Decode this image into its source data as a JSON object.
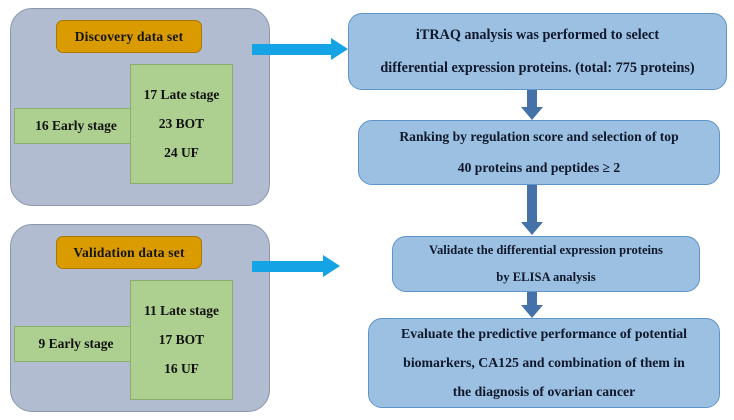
{
  "figure": {
    "type": "flowchart",
    "colors": {
      "panel_fill": "#b2bcd0",
      "panel_border": "#8c97ab",
      "chip_fill": "#d99b00",
      "chip_border": "#a87800",
      "green_fill": "#adcf8f",
      "green_border": "#8aae6c",
      "process_fill": "#9cc0e2",
      "process_border": "#5f94c8",
      "vertical_arrow": "#4472a8",
      "horizontal_arrow": "#14a4e6",
      "text": "#111111",
      "background": "#ffffff"
    }
  },
  "cohorts": [
    {
      "id": "discovery",
      "title": "Discovery data set",
      "early_stage": "16 Early stage",
      "groups": [
        "17 Late stage",
        "23 BOT",
        "24 UF"
      ]
    },
    {
      "id": "validation",
      "title": "Validation data set",
      "early_stage": "9 Early stage",
      "groups": [
        "11 Late stage",
        "17 BOT",
        "16 UF"
      ]
    }
  ],
  "process_steps": [
    {
      "id": "itraq",
      "lines": [
        "iTRAQ analysis was performed to select",
        "differential expression proteins. (total: 775 proteins)"
      ]
    },
    {
      "id": "ranking",
      "lines": [
        "Ranking by regulation score and selection of top",
        "40 proteins and peptides ≥ 2"
      ]
    },
    {
      "id": "validate-elisa",
      "lines": [
        "Validate the differential expression proteins",
        "by ELISA analysis"
      ]
    },
    {
      "id": "evaluate",
      "lines": [
        "Evaluate the predictive performance of potential",
        "biomarkers, CA125 and combination of them in",
        "the diagnosis of ovarian cancer"
      ]
    }
  ]
}
